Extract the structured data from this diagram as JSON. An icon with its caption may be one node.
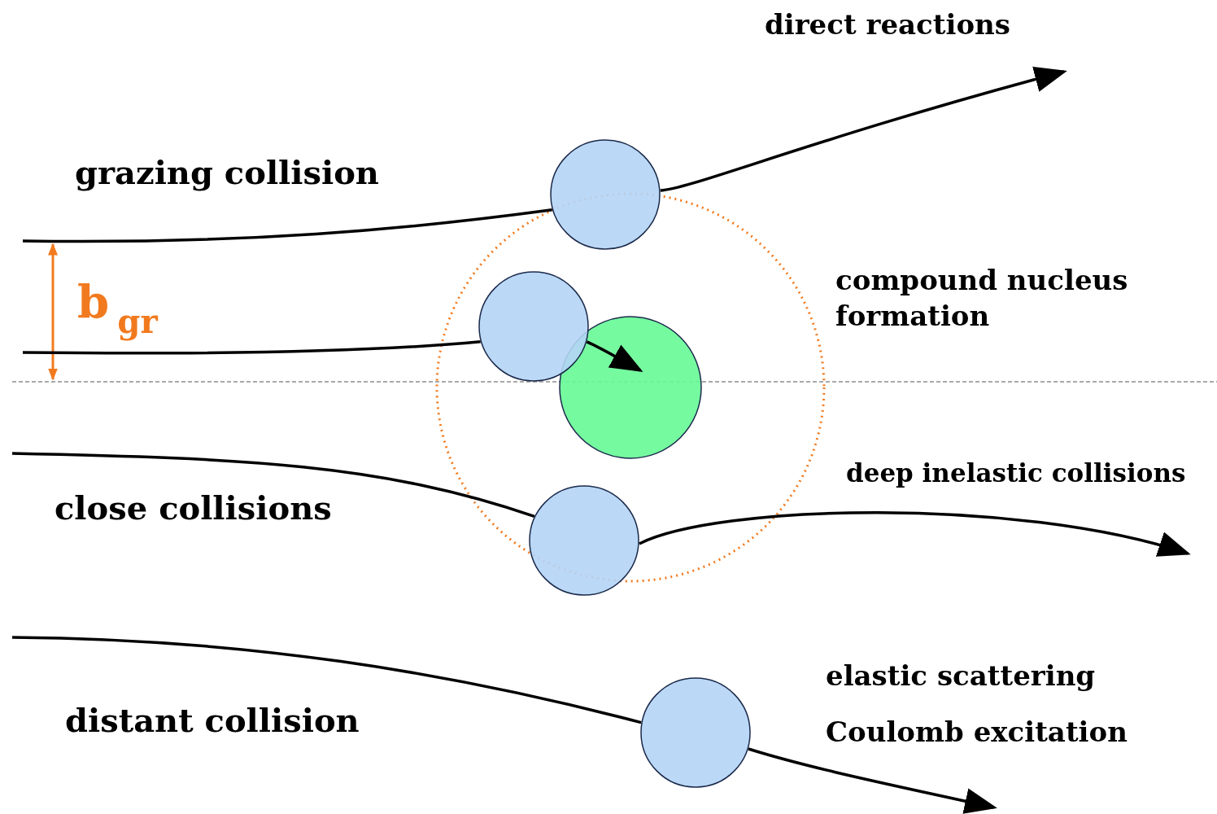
{
  "diagram": {
    "nodes": [
      {
        "text": [],
        "shape": "circle"
      },
      {
        "text": [],
        "shape": "circle"
      },
      {
        "text": [],
        "shape": "circle"
      },
      {
        "text": [],
        "shape": "circle"
      },
      {
        "text": [],
        "shape": "circle"
      }
    ],
    "edges": [
      {
        "from": null,
        "to": 0,
        "arrow": "none"
      },
      {
        "from": 0,
        "to": null,
        "arrow": "to"
      },
      {
        "from": null,
        "to": 1,
        "arrow": "none"
      },
      {
        "from": 1,
        "to": 2,
        "arrow": "to"
      },
      {
        "from": null,
        "to": 3,
        "arrow": "none"
      },
      {
        "from": 3,
        "to": null,
        "arrow": "to"
      },
      {
        "from": null,
        "to": 4,
        "arrow": "none"
      },
      {
        "from": 4,
        "to": null,
        "arrow": "to"
      }
    ],
    "labels": [
      "direct reactions",
      "grazing collision",
      "compound nucleus formation",
      "b$_{gr}$",
      "deep inelastic collisions",
      "close collisions",
      "elastic scattering",
      "Coulomb excitation",
      "distant collision"
    ]
  }
}
